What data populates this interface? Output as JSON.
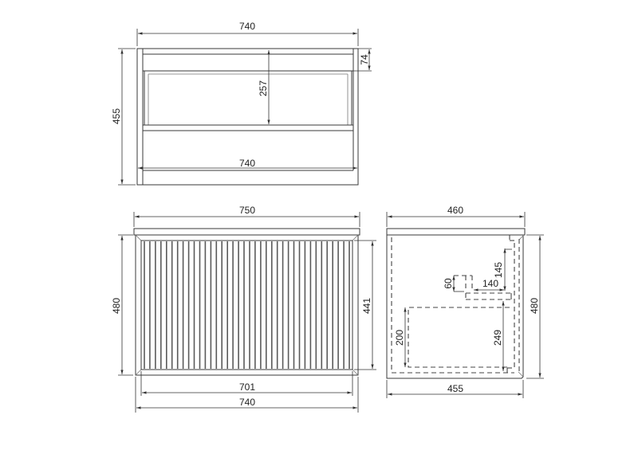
{
  "drawing": {
    "subject": "Wall-hung vanity cabinet dimension drawing",
    "units": "mm",
    "line_color": "#3a3a3a",
    "background": "#ffffff"
  },
  "views": {
    "top": {
      "label": "top-view",
      "dims": {
        "overall_width": "740",
        "overall_depth": "455",
        "inner_width": "740",
        "basin_depth": "257",
        "back_offset": "74"
      }
    },
    "front": {
      "label": "front-view",
      "flute_count": 38,
      "dims": {
        "top_width": "750",
        "overall_height": "480",
        "door_height": "441",
        "door_width": "701",
        "cabinet_width": "740"
      }
    },
    "side": {
      "label": "side-view",
      "dims": {
        "top_depth": "460",
        "overall_height": "480",
        "body_depth": "455",
        "waste_drop": "145",
        "waste_offset": "140",
        "trap_height": "60",
        "drawer_height": "200",
        "drawer_top_height": "249"
      }
    }
  }
}
